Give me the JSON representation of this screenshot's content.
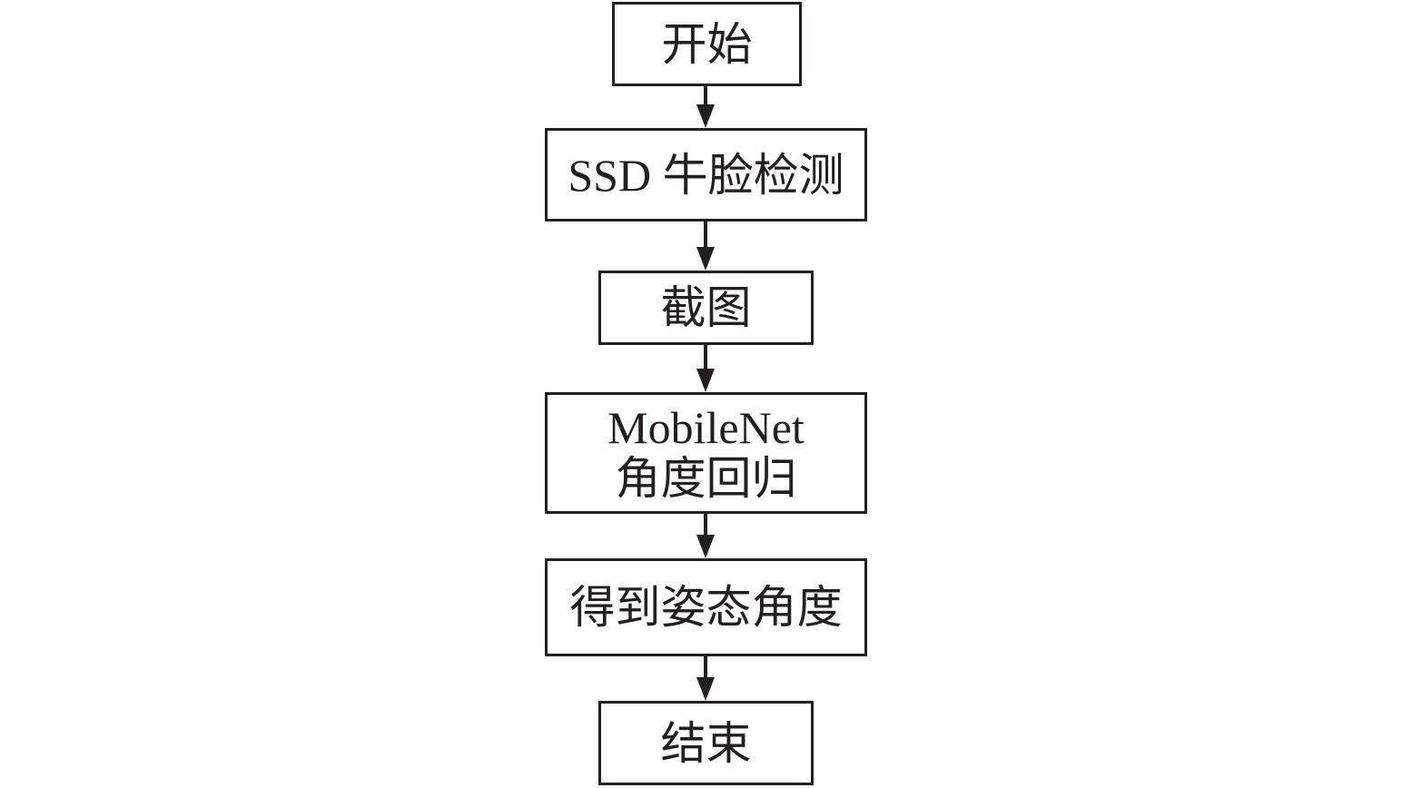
{
  "flowchart": {
    "steps": [
      {
        "label": "开始"
      },
      {
        "label": "SSD 牛脸检测"
      },
      {
        "label": "截图"
      },
      {
        "label_line1": "MobileNet",
        "label_line2": "角度回归"
      },
      {
        "label": "得到姿态角度"
      },
      {
        "label": "结束"
      }
    ],
    "colors": {
      "stroke": "#231f20",
      "fill": "#ffffff",
      "text": "#231f20"
    }
  }
}
